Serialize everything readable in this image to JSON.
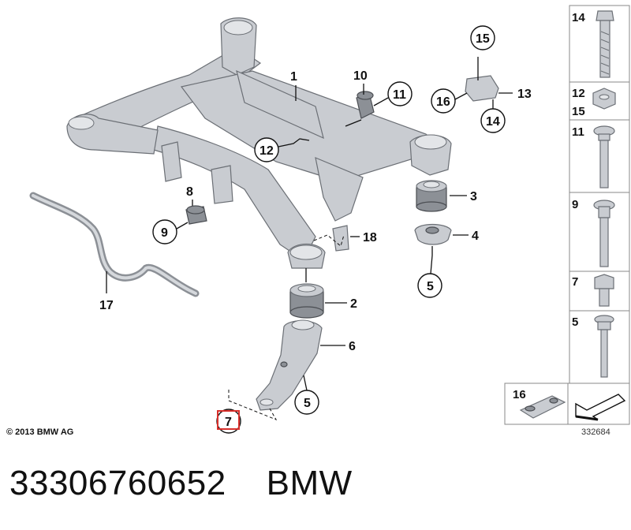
{
  "diagram": {
    "callouts": {
      "c1": "1",
      "c2": "2",
      "c3": "3",
      "c4": "4",
      "c5a": "5",
      "c5b": "5",
      "c6": "6",
      "c7": "7",
      "c8": "8",
      "c9": "9",
      "c10": "10",
      "c11": "11",
      "c12": "12",
      "c13": "13",
      "c14": "14",
      "c15": "15",
      "c16": "16",
      "c17": "17",
      "c18": "18"
    },
    "highlight_color": "#d9302c"
  },
  "legend": {
    "items": [
      {
        "labels": [
          "14"
        ]
      },
      {
        "labels": [
          "12",
          "15"
        ]
      },
      {
        "labels": [
          "11"
        ]
      },
      {
        "labels": [
          "9"
        ]
      },
      {
        "labels": [
          "7"
        ]
      },
      {
        "labels": [
          "5"
        ]
      }
    ],
    "bottom_label": "16"
  },
  "copyright": "© 2013 BMW AG",
  "reference_number": "332684",
  "footer": {
    "part_number": "33306760652",
    "brand": "BMW"
  }
}
